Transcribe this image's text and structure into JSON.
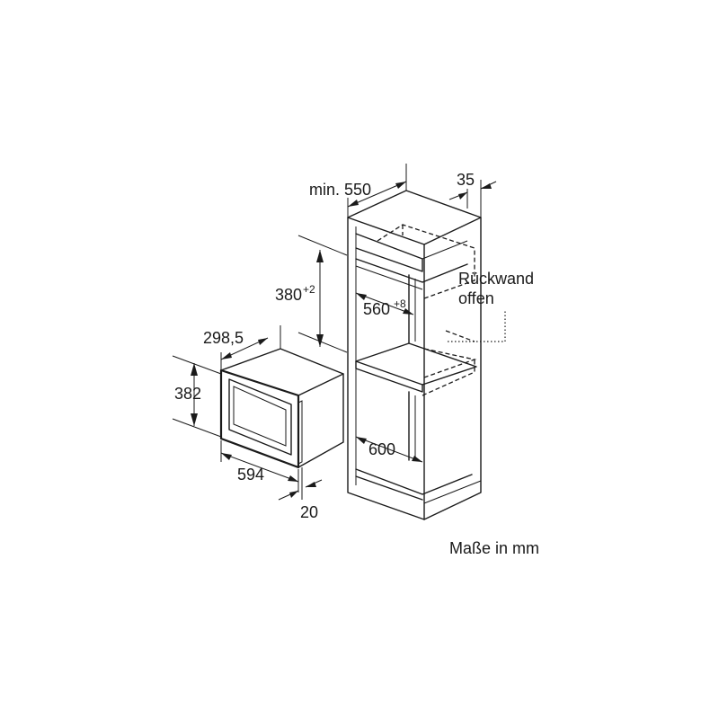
{
  "dimensions": {
    "cabinet_depth": {
      "value": "min. 550"
    },
    "back_gap": {
      "value": "35"
    },
    "niche_height": {
      "value": "380",
      "tolerance": "+2"
    },
    "niche_width": {
      "value": "560",
      "tolerance": "+8"
    },
    "inner_depth": {
      "value": "600"
    },
    "device_depth": {
      "value": "298,5"
    },
    "device_height": {
      "value": "382"
    },
    "device_width": {
      "value": "594"
    },
    "front_depth": {
      "value": "20"
    }
  },
  "labels": {
    "back_wall_line1": "Rückwand",
    "back_wall_line2": "offen",
    "units_note": "Maße in mm"
  }
}
